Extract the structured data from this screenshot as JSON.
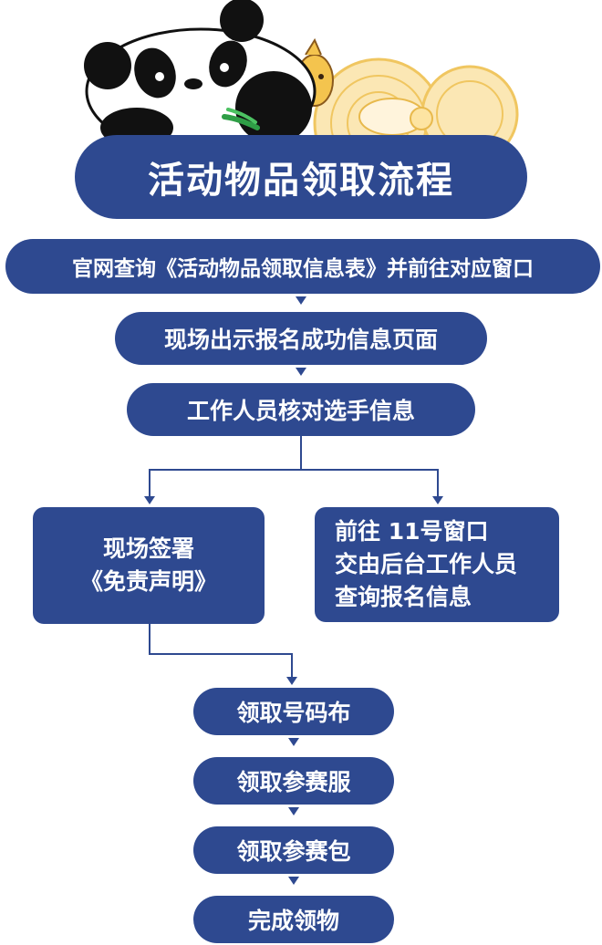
{
  "title": "活动物品领取流程",
  "steps": {
    "s1": "官网查询《活动物品领取信息表》并前往对应窗口",
    "s2": "现场出示报名成功信息页面",
    "s3": "工作人员核对选手信息"
  },
  "branch_left": {
    "line1": "现场签署",
    "line2": "《免责声明》"
  },
  "branch_right": {
    "line1": "前往 11号窗口",
    "line2": "交由后台工作人员",
    "line3": "查询报名信息"
  },
  "final_steps": [
    "领取号码布",
    "领取参赛服",
    "领取参赛包",
    "完成领物"
  ],
  "colors": {
    "primary": "#2e4990",
    "text": "#ffffff",
    "accent_gold": "#f5c24a"
  },
  "icons": [
    "panda-illustration",
    "mascot-figure",
    "bamboo-leaf-icon"
  ]
}
